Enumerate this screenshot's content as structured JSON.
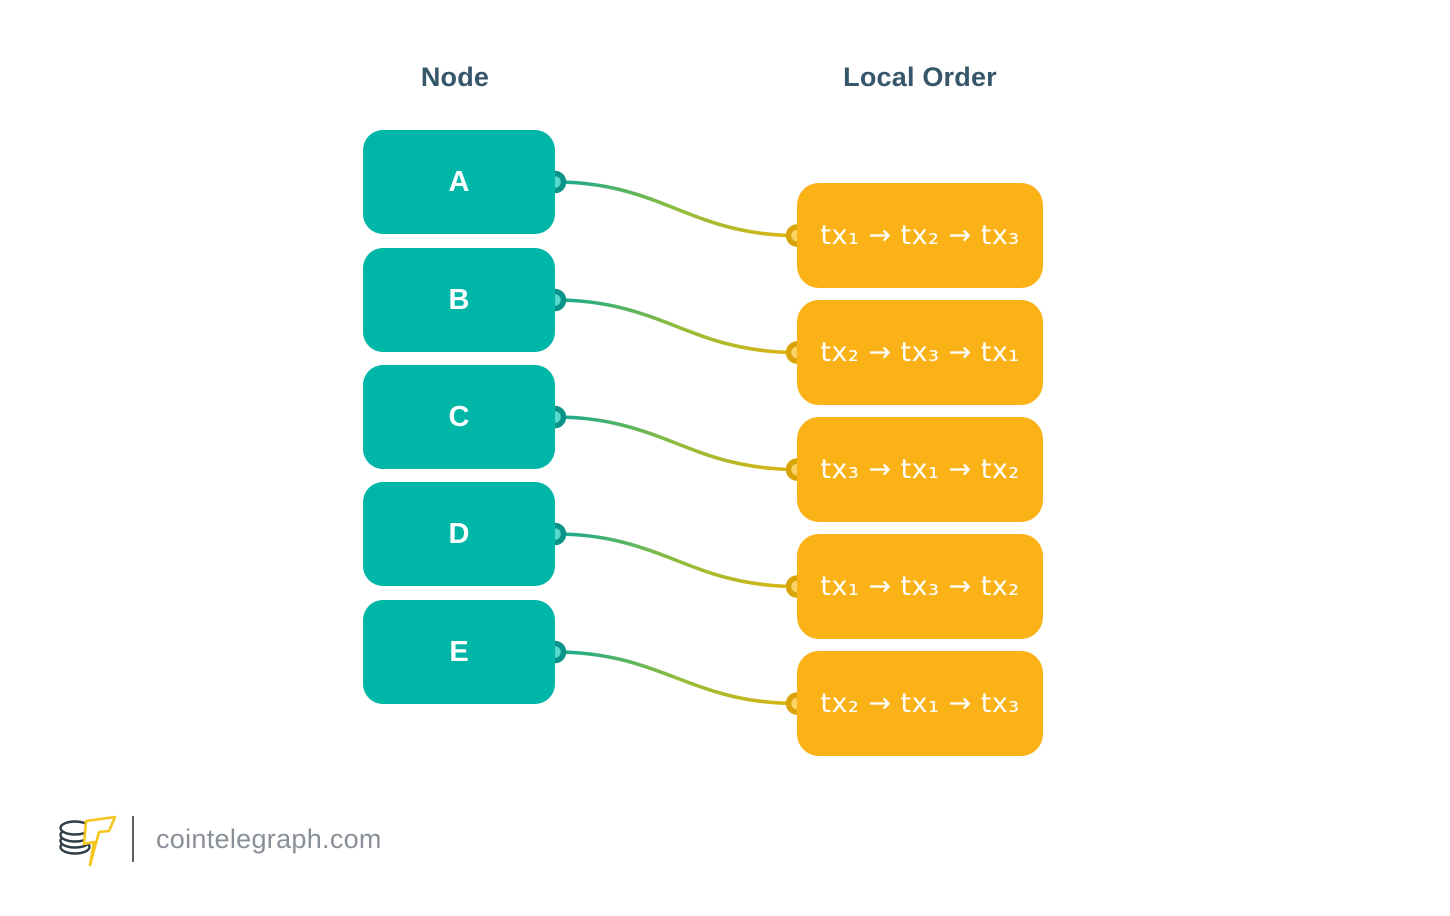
{
  "diagram": {
    "columns": {
      "left_header": "Node",
      "right_header": "Local Order"
    },
    "nodes": [
      {
        "label": "A"
      },
      {
        "label": "B"
      },
      {
        "label": "C"
      },
      {
        "label": "D"
      },
      {
        "label": "E"
      }
    ],
    "orders": [
      {
        "text": "tx₁ → tx₂ → tx₃"
      },
      {
        "text": "tx₂ → tx₃ → tx₁"
      },
      {
        "text": "tx₃ → tx₁ → tx₂"
      },
      {
        "text": "tx₁ → tx₃ → tx₂"
      },
      {
        "text": "tx₂ → tx₁ → tx₃"
      }
    ],
    "connections": [
      {
        "node": "A",
        "local_order": "tx₁ → tx₂ → tx₃"
      },
      {
        "node": "B",
        "local_order": "tx₂ → tx₃ → tx₁"
      },
      {
        "node": "C",
        "local_order": "tx₃ → tx₁ → tx₂"
      },
      {
        "node": "D",
        "local_order": "tx₁ → tx₃ → tx₂"
      },
      {
        "node": "E",
        "local_order": "tx₂ → tx₁ → tx₃"
      }
    ]
  },
  "colors": {
    "node_box": "#00B6A6",
    "order_box": "#FBB217",
    "header_text": "#36576A",
    "curve_gradient_start": "#0FA992",
    "curve_gradient_mid": "#8FBC3C",
    "curve_gradient_end": "#E2B40F",
    "node_dot_ring": "#0A9488",
    "node_dot_fill": "#57D8C9",
    "order_dot_ring": "#D9A408",
    "order_dot_fill": "#FBD265",
    "footer_text": "#8A9097",
    "logo_bolt": "#F5C61D",
    "logo_coins": "#2F3E47"
  },
  "footer": {
    "site": "cointelegraph.com"
  }
}
